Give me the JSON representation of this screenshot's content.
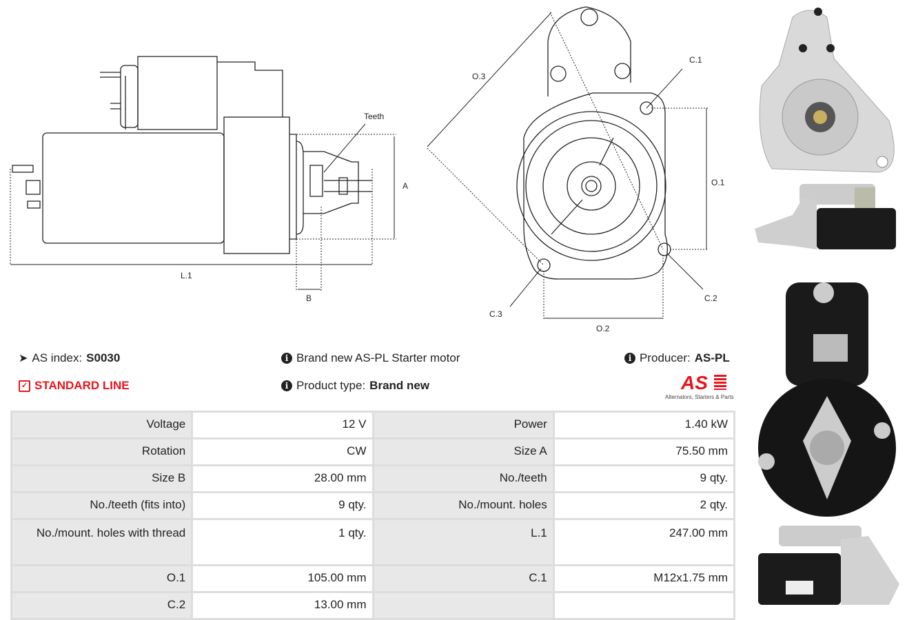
{
  "diagram_labels": {
    "teeth": "Teeth",
    "a": "A",
    "l1": "L.1",
    "b": "B",
    "o3": "O.3",
    "c1": "C.1",
    "o1": "O.1",
    "c2": "C.2",
    "c3": "C.3",
    "o2": "O.2"
  },
  "info": {
    "as_index_label": "AS index:",
    "as_index_value": "S0030",
    "standard_line": "STANDARD LINE",
    "description": "Brand new AS-PL Starter motor",
    "product_type_label": "Product type:",
    "product_type_value": "Brand new",
    "producer_label": "Producer:",
    "producer_value": "AS-PL",
    "logo_text": "AS",
    "logo_tagline": "Alternators, Starters & Parts",
    "icons": {
      "tag": "tags-icon",
      "check": "check-square-icon",
      "info": "info-circle-icon"
    }
  },
  "specs": [
    [
      {
        "k": "Voltage",
        "v": "12 V"
      },
      {
        "k": "Power",
        "v": "1.40 kW"
      }
    ],
    [
      {
        "k": "Rotation",
        "v": "CW"
      },
      {
        "k": "Size A",
        "v": "75.50 mm"
      }
    ],
    [
      {
        "k": "Size B",
        "v": "28.00 mm"
      },
      {
        "k": "No./teeth",
        "v": "9 qty."
      }
    ],
    [
      {
        "k": "No./teeth (fits into)",
        "v": "9 qty."
      },
      {
        "k": "No./mount. holes",
        "v": "2 qty."
      }
    ],
    [
      {
        "k": "No./mount. holes with thread",
        "v": "1 qty."
      },
      {
        "k": "L.1",
        "v": "247.00 mm"
      }
    ],
    [
      {
        "k": "O.1",
        "v": "105.00 mm"
      },
      {
        "k": "C.1",
        "v": "M12x1.75 mm"
      }
    ],
    [
      {
        "k": "C.2",
        "v": "13.00 mm"
      },
      {
        "k": "",
        "v": ""
      }
    ]
  ],
  "colors": {
    "accent": "#e8141b",
    "label_bg": "#e8e8e8",
    "border": "#dddddd"
  }
}
